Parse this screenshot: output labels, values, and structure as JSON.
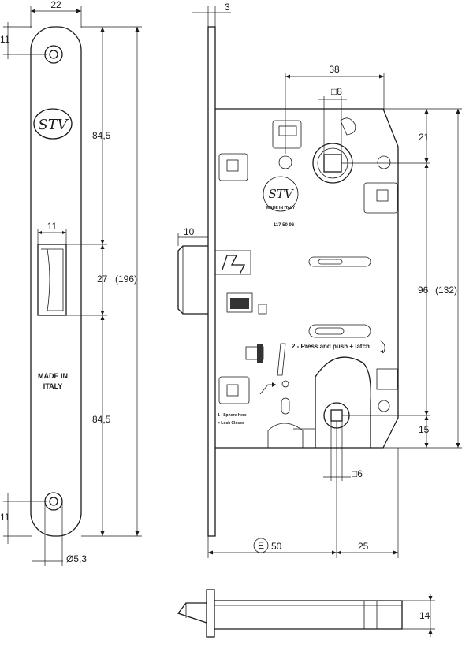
{
  "faceplate": {
    "dims": {
      "width": "22",
      "hole_top": "11",
      "upper": "84,5",
      "window_w": "11",
      "window_h": "27",
      "total": "(196)",
      "lower": "84,5",
      "hole_bottom": "11",
      "hole_dia": "Ø5,3"
    },
    "logo": "STV",
    "made_in_1": "MADE IN",
    "made_in_2": "ITALY"
  },
  "lockbody": {
    "dims": {
      "plate_thickness": "3",
      "backset_spindle": "38",
      "spindle_square": "□8",
      "top_offset": "21",
      "center_distance": "96",
      "total_height": "(132)",
      "bottom_offset": "15",
      "latch_projection": "10",
      "cylinder_square": "□6",
      "backset": "50",
      "backset_letter": "E",
      "depth_rest": "25"
    },
    "logo": "STV",
    "logo_sub": "MADE IN ITALY",
    "code": "117 50 96",
    "instruction_2": "2 - Press and push + latch",
    "instruction_1a": "1 - Sphere Here",
    "instruction_1b": "= Lock Closed"
  },
  "bottom_view": {
    "dims": {
      "thickness": "14"
    }
  }
}
